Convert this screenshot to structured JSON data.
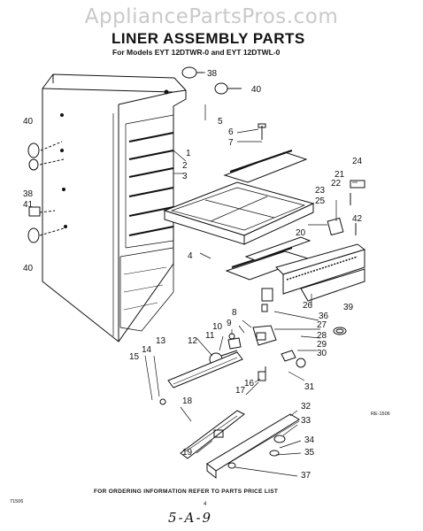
{
  "watermark": "AppliancePartsPros.com",
  "title": "LINER ASSEMBLY PARTS",
  "subtitle": "For Models EYT 12DTWR-0 and EYT 12DTWL-0",
  "diagram_code": "RE-1506",
  "footer_note": "FOR ORDERING INFORMATION REFER TO PARTS PRICE LIST",
  "left_code": "71506",
  "page_mark": "4",
  "handwritten_note": "5-A-9",
  "callouts": {
    "c38a": "38",
    "c40a": "40",
    "c5": "5",
    "c6": "6",
    "c7": "7",
    "c1": "1",
    "c2": "2",
    "c3": "3",
    "c40b": "40",
    "c38b": "38",
    "c41": "41",
    "c40c": "40",
    "c4": "4",
    "c24": "24",
    "c21": "21",
    "c22": "22",
    "c23": "23",
    "c25": "25",
    "c42": "42",
    "c20": "20",
    "c26": "26",
    "c36": "36",
    "c39": "39",
    "c27": "27",
    "c28": "28",
    "c29": "29",
    "c30": "30",
    "c31": "31",
    "c8": "8",
    "c9": "9",
    "c10": "10",
    "c11": "11",
    "c12": "12",
    "c13": "13",
    "c14": "14",
    "c15": "15",
    "c16": "16",
    "c17": "17",
    "c18": "18",
    "c19": "19",
    "c32": "32",
    "c33": "33",
    "c34": "34",
    "c35": "35",
    "c37": "37"
  }
}
